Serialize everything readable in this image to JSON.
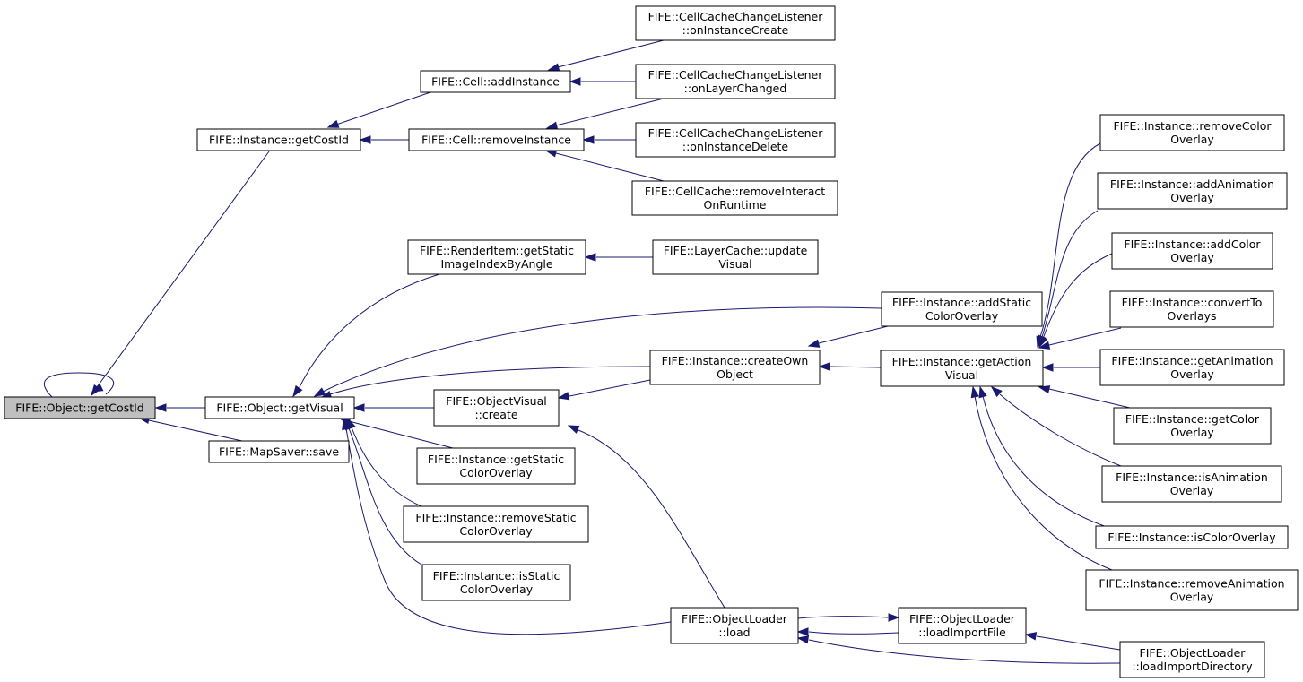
{
  "graph": {
    "edge_color": "#191970",
    "root_fill": "#bfbfbf",
    "nodes": {
      "object_getcostid": [
        "FIFE::Object::getCostId"
      ],
      "instance_getcostid": [
        "FIFE::Instance::getCostId"
      ],
      "object_getvisual": [
        "FIFE::Object::getVisual"
      ],
      "mapsaver_save": [
        "FIFE::MapSaver::save"
      ],
      "cell_addinstance": [
        "FIFE::Cell::addInstance"
      ],
      "cell_removeinstance": [
        "FIFE::Cell::removeInstance"
      ],
      "ccl_oninstancecreate": [
        "FIFE::CellCacheChangeListener",
        "::onInstanceCreate"
      ],
      "ccl_onlayerchanged": [
        "FIFE::CellCacheChangeListener",
        "::onLayerChanged"
      ],
      "ccl_oninstancedelete": [
        "FIFE::CellCacheChangeListener",
        "::onInstanceDelete"
      ],
      "cellcache_removeinteract": [
        "FIFE::CellCache::removeInteract",
        "OnRuntime"
      ],
      "renderitem_getstatic": [
        "FIFE::RenderItem::getStatic",
        "ImageIndexByAngle"
      ],
      "layercache_update": [
        "FIFE::LayerCache::update",
        "Visual"
      ],
      "objectvisual_create": [
        "FIFE::ObjectVisual",
        "::create"
      ],
      "instance_getstaticcolor": [
        "FIFE::Instance::getStatic",
        "ColorOverlay"
      ],
      "instance_removestaticcolor": [
        "FIFE::Instance::removeStatic",
        "ColorOverlay"
      ],
      "instance_isstaticcolor": [
        "FIFE::Instance::isStatic",
        "ColorOverlay"
      ],
      "instance_createownobject": [
        "FIFE::Instance::createOwn",
        "Object"
      ],
      "objectloader_load": [
        "FIFE::ObjectLoader",
        "::load"
      ],
      "instance_addstaticcolor": [
        "FIFE::Instance::addStatic",
        "ColorOverlay"
      ],
      "instance_getactionvisual": [
        "FIFE::Instance::getAction",
        "Visual"
      ],
      "objectloader_loadimportfile": [
        "FIFE::ObjectLoader",
        "::loadImportFile"
      ],
      "objectloader_loadimportdir": [
        "FIFE::ObjectLoader",
        "::loadImportDirectory"
      ],
      "instance_removecolor": [
        "FIFE::Instance::removeColor",
        "Overlay"
      ],
      "instance_addanimation": [
        "FIFE::Instance::addAnimation",
        "Overlay"
      ],
      "instance_addcolor": [
        "FIFE::Instance::addColor",
        "Overlay"
      ],
      "instance_convertto": [
        "FIFE::Instance::convertTo",
        "Overlays"
      ],
      "instance_getanimation": [
        "FIFE::Instance::getAnimation",
        "Overlay"
      ],
      "instance_getcolor": [
        "FIFE::Instance::getColor",
        "Overlay"
      ],
      "instance_isanimation": [
        "FIFE::Instance::isAnimation",
        "Overlay"
      ],
      "instance_iscoloroverlay": [
        "FIFE::Instance::isColorOverlay"
      ],
      "instance_removeanimation": [
        "FIFE::Instance::removeAnimation",
        "Overlay"
      ]
    }
  }
}
